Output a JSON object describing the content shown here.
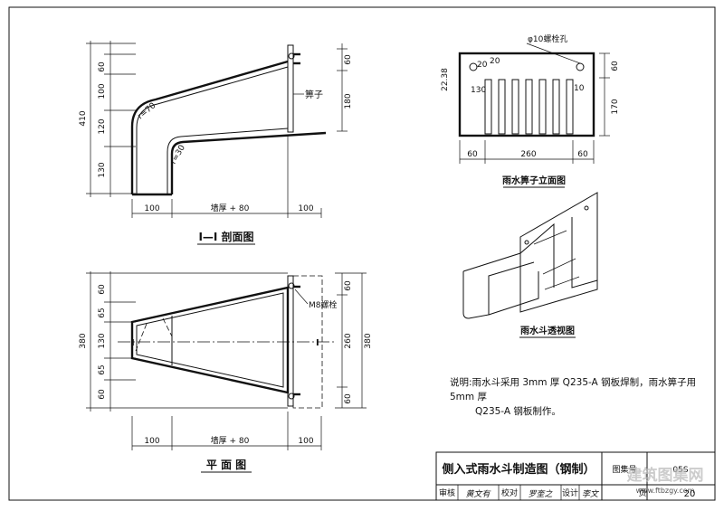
{
  "section": {
    "title": "I—I 剖面图",
    "dims_left": [
      "60",
      "100",
      "120",
      "130"
    ],
    "dim_total": "410",
    "dims_right": [
      "60",
      "180"
    ],
    "dims_bottom": [
      "100",
      "墙厚 + 80",
      "100"
    ],
    "radius_1": "r=70",
    "radius_2": "r=30",
    "grate_label": "箅子"
  },
  "plan": {
    "title": "平 面 图",
    "dims_left": [
      "60",
      "65",
      "130",
      "65",
      "60"
    ],
    "dim_total": "380",
    "dims_right": [
      "60",
      "260",
      "60"
    ],
    "dim_total_right": "380",
    "dims_bottom": [
      "100",
      "墙厚 + 80",
      "100"
    ],
    "bolt_label": "M8螺栓",
    "cut_mark": "I"
  },
  "grate": {
    "title": "雨水箅子立面图",
    "hole_label": "φ10螺栓孔",
    "dims_top": [
      "20",
      "20"
    ],
    "dims_left": [
      "22.38"
    ],
    "dims_inner_left": "130",
    "dims_inner_right": "10",
    "dims_right": [
      "60",
      "170"
    ],
    "dims_bottom": [
      "60",
      "260",
      "60"
    ]
  },
  "perspective": {
    "title": "雨水斗透视图"
  },
  "note": {
    "line1": "说明:雨水斗采用 3mm 厚 Q235-A 钢板焊制，雨水箅子用 5mm 厚",
    "line2": "Q235-A 钢板制作。"
  },
  "titleblock": {
    "title": "侧入式雨水斗制造图（钢制）",
    "atlas_label": "图集号",
    "atlas_no": "05S",
    "check": "审核",
    "check_sig": "黄文有",
    "proof": "校对",
    "proof_sig": "罗奎之",
    "design": "设计",
    "design_sig": "李文",
    "page_label": "页",
    "page_no": "20"
  },
  "watermark": {
    "brand": "建筑图集网",
    "url": "www.ftbzgy.com"
  }
}
